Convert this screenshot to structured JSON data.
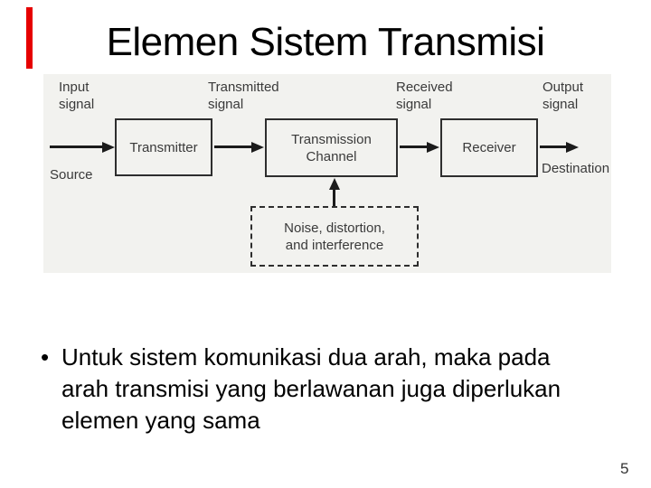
{
  "slide": {
    "title": "Elemen Sistem Transmisi",
    "page_number": "5"
  },
  "colors": {
    "accent_red": "#e60000",
    "figure_background": "#f2f2ef",
    "diagram_ink": "#3a3a3a",
    "arrow_ink": "#1b1b1b",
    "text": "#000000"
  },
  "diagram": {
    "signal_labels": [
      {
        "line1": "Input",
        "line2": "signal"
      },
      {
        "line1": "Transmitted",
        "line2": "signal"
      },
      {
        "line1": "Received",
        "line2": "signal"
      },
      {
        "line1": "Output",
        "line2": "signal"
      }
    ],
    "blocks": [
      {
        "label": "Transmitter"
      },
      {
        "label": "Transmission",
        "label2": "Channel"
      },
      {
        "label": "Receiver"
      }
    ],
    "endpoints": {
      "source": "Source",
      "destination": "Destination"
    },
    "noise_box": {
      "line1": "Noise, distortion,",
      "line2": "and interference"
    }
  },
  "bullet": {
    "marker": "•",
    "lines": [
      "Untuk sistem komunikasi dua arah, maka pada",
      "arah transmisi yang berlawanan juga diperlukan",
      "elemen yang sama"
    ]
  }
}
